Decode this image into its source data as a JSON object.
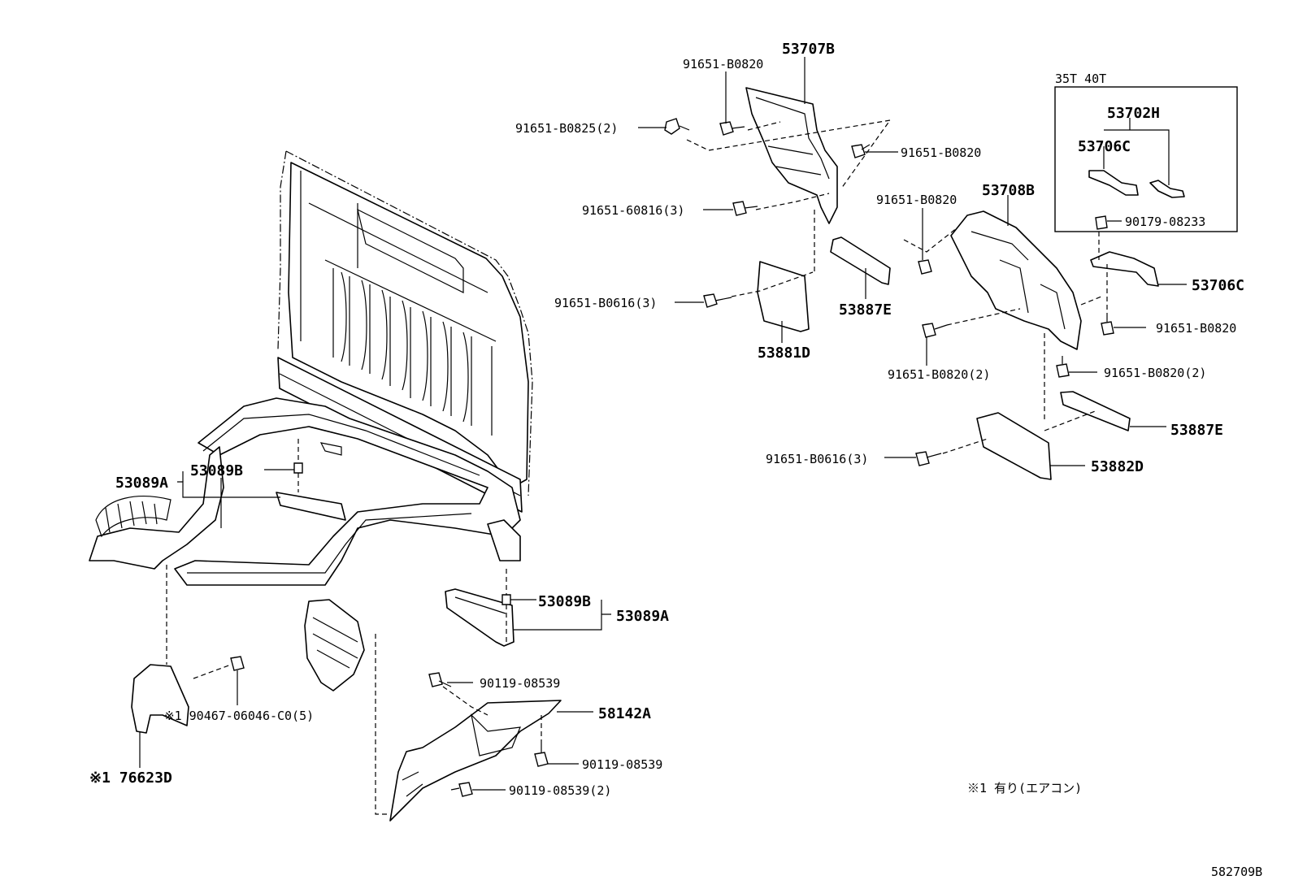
{
  "diagram_id": "582709B",
  "variant_box_title": "35T 40T",
  "footnote": "※1 有り(エアコン)",
  "labels": {
    "p53707B": "53707B",
    "p91651_B0820_a": "91651-B0820",
    "p91651_B0825": "91651-B0825(2)",
    "p91651_B0820_b": "91651-B0820",
    "p91651_60816": "91651-60816(3)",
    "p91651_B0616_a": "91651-B0616(3)",
    "p53881D": "53881D",
    "p53887E_a": "53887E",
    "p91651_B0820_c": "91651-B0820",
    "p53708B": "53708B",
    "p91651_B0820_2a": "91651-B0820(2)",
    "p53702H": "53702H",
    "p53706C_a": "53706C",
    "p90179_08233": "90179-08233",
    "p53706C_b": "53706C",
    "p91651_B0820_d": "91651-B0820",
    "p91651_B0820_2b": "91651-B0820(2)",
    "p53887E_b": "53887E",
    "p91651_B0616_b": "91651-B0616(3)",
    "p53882D": "53882D",
    "p53089A_a": "53089A",
    "p53089B_a": "53089B",
    "p53089B_b": "53089B",
    "p53089A_b": "53089A",
    "p90119_08539_a": "90119-08539",
    "p58142A": "58142A",
    "p90119_08539_b": "90119-08539",
    "p90119_08539_2": "90119-08539(2)",
    "p90467": "※1 90467-06046-C0(5)",
    "p76623D": "※1 76623D"
  }
}
